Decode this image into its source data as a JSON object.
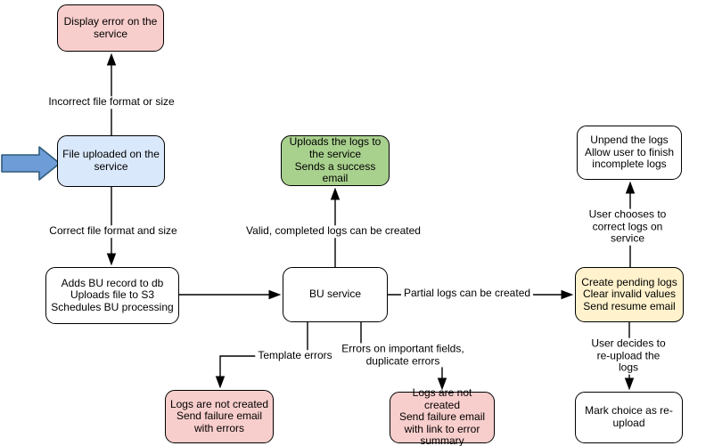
{
  "canvas": {
    "background": "#FFFFFF"
  },
  "nodes": {
    "display_error": {
      "label": "Display error on the\nservice",
      "fill": "#F8CECC"
    },
    "file_uploaded": {
      "label": "File uploaded on the\nservice",
      "fill": "#DAE8FC"
    },
    "adds_bu_record": {
      "label": "Adds BU record to db\nUploads file to S3\nSchedules BU processing",
      "fill": "#FFFFFF"
    },
    "uploads_logs": {
      "label": "Uploads the logs to\nthe service\nSends a success\nemail",
      "fill": "#A9D18E"
    },
    "bu_service": {
      "label": "BU service",
      "fill": "#FFFFFF"
    },
    "create_pending_logs": {
      "label": "Create pending logs\nClear invalid values\nSend resume email",
      "fill": "#FFF2CC"
    },
    "unpend_logs": {
      "label": "Unpend the logs\nAllow user to finish\nincomplete logs",
      "fill": "#FFFFFF"
    },
    "mark_choice": {
      "label": "Mark choice as re-\nupload",
      "fill": "#FFFFFF"
    },
    "logs_not_created_errors": {
      "label": "Logs are not created\nSend failure email\nwith errors",
      "fill": "#F8CECC"
    },
    "logs_not_created_summary": {
      "label": "Logs are not created\nSend failure email\nwith link to error\nsummary",
      "fill": "#F8CECC"
    }
  },
  "edge_labels": {
    "incorrect_format": "Incorrect file format or size",
    "correct_format": "Correct file format and size",
    "valid_logs": "Valid, completed logs can be created",
    "partial_logs": "Partial logs can be created",
    "template_errors": "Template errors",
    "important_fields": "Errors on important fields,\nduplicate errors",
    "user_corrects": "User chooses to correct logs on service",
    "user_reuploads": "User decides to re-upload the logs"
  },
  "icons": {
    "entry_arrow": {
      "name": "entry-arrow-icon",
      "fill": "#6D9CD6",
      "stroke": "#2F5B7C"
    }
  },
  "colors": {
    "node_border": "#000000",
    "edge_stroke": "#000000",
    "label_background": "#FFFFFF"
  }
}
